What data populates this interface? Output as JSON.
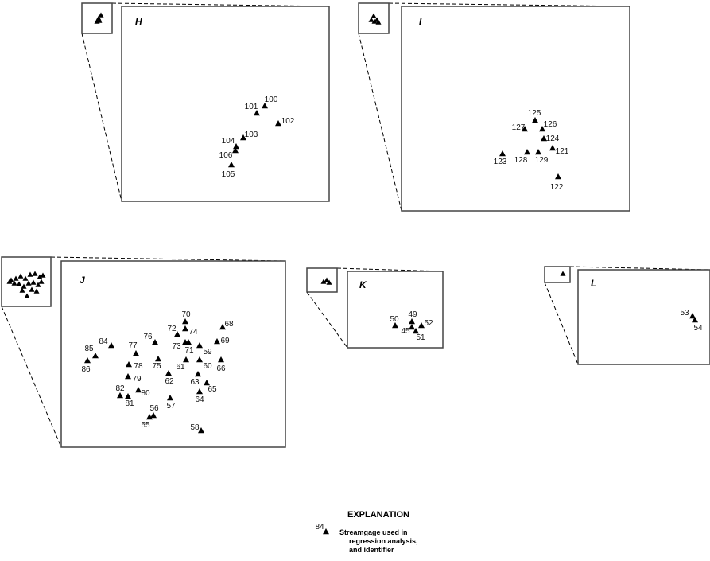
{
  "panels": [
    {
      "id": "H",
      "gages": [
        "100",
        "101",
        "102",
        "103",
        "104",
        "106",
        "105"
      ]
    },
    {
      "id": "I",
      "gages": [
        "125",
        "127",
        "126",
        "124",
        "121",
        "123",
        "128",
        "129",
        "122"
      ]
    },
    {
      "id": "J",
      "gages": [
        "70",
        "72",
        "74",
        "68",
        "76",
        "84",
        "73",
        "71",
        "59",
        "69",
        "85",
        "86",
        "77",
        "75",
        "61",
        "60",
        "66",
        "78",
        "62",
        "63",
        "65",
        "79",
        "82",
        "81",
        "80",
        "64",
        "57",
        "56",
        "55",
        "58"
      ]
    },
    {
      "id": "K",
      "gages": [
        "49",
        "50",
        "52",
        "45",
        "51"
      ]
    },
    {
      "id": "L",
      "gages": [
        "53",
        "54"
      ]
    }
  ],
  "explanation": {
    "title": "EXPLANATION",
    "sample_id": "84",
    "lines": [
      "Streamgage used in",
      "regression analysis,",
      "and identifier"
    ]
  }
}
